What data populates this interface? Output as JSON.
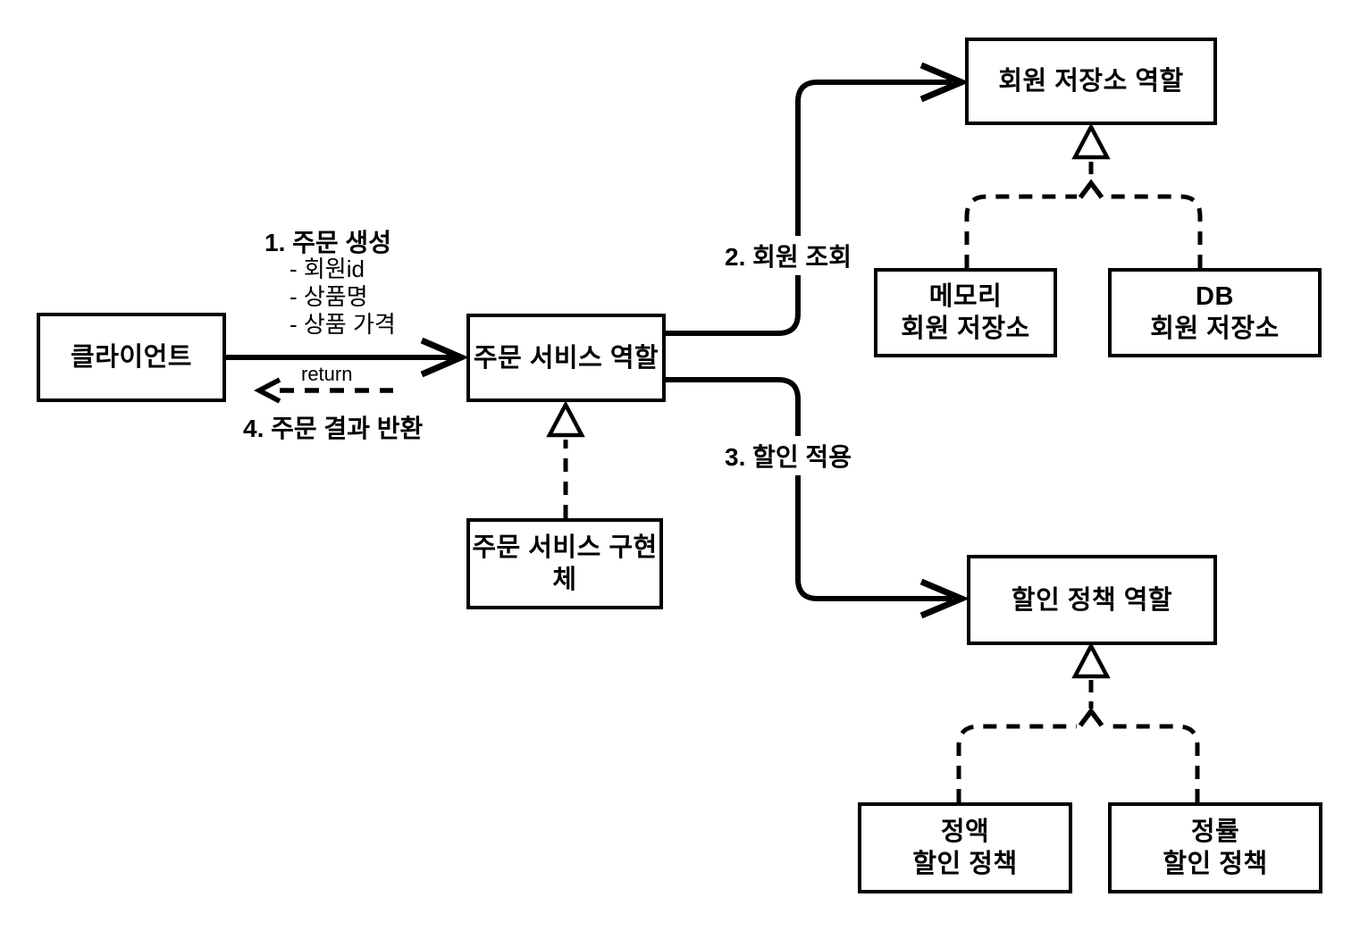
{
  "diagram": {
    "title": "order-service-roles-architecture-diagram",
    "background_color": "#ffffff",
    "line_color": "#000000",
    "nodes": [
      {
        "id": "client",
        "label": "클라이언트"
      },
      {
        "id": "order-service-role",
        "label": "주문 서비스 역할"
      },
      {
        "id": "order-service-impl",
        "label": "주문 서비스 구현체"
      },
      {
        "id": "member-repo-role",
        "label": "회원 저장소 역할"
      },
      {
        "id": "memory-member-repo",
        "label": "메모리\n회원 저장소"
      },
      {
        "id": "db-member-repo",
        "label": "DB\n회원 저장소"
      },
      {
        "id": "discount-policy-role",
        "label": "할인 정책 역할"
      },
      {
        "id": "fixed-discount-policy",
        "label": "정액\n할인 정책"
      },
      {
        "id": "rate-discount-policy",
        "label": "정률\n할인 정책"
      }
    ],
    "messages": {
      "msg1_title": "1. 주문 생성",
      "msg1_params": "- 회원id\n- 상품명\n- 상품 가격",
      "return_label": "return",
      "msg4": "4. 주문 결과 반환",
      "msg2": "2. 회원 조회",
      "msg3": "3. 할인 적용"
    },
    "relations": [
      {
        "from": "client",
        "to": "order-service-role",
        "type": "solid-arrow",
        "label": "1. 주문 생성"
      },
      {
        "from": "order-service-role",
        "to": "client",
        "type": "dashed-arrow",
        "label": "4. 주문 결과 반환 (return)"
      },
      {
        "from": "order-service-role",
        "to": "member-repo-role",
        "type": "solid-arrow",
        "label": "2. 회원 조회"
      },
      {
        "from": "order-service-role",
        "to": "discount-policy-role",
        "type": "solid-arrow",
        "label": "3. 할인 적용"
      },
      {
        "from": "order-service-impl",
        "to": "order-service-role",
        "type": "realization"
      },
      {
        "from": "memory-member-repo",
        "to": "member-repo-role",
        "type": "realization"
      },
      {
        "from": "db-member-repo",
        "to": "member-repo-role",
        "type": "realization"
      },
      {
        "from": "fixed-discount-policy",
        "to": "discount-policy-role",
        "type": "realization"
      },
      {
        "from": "rate-discount-policy",
        "to": "discount-policy-role",
        "type": "realization"
      }
    ]
  }
}
